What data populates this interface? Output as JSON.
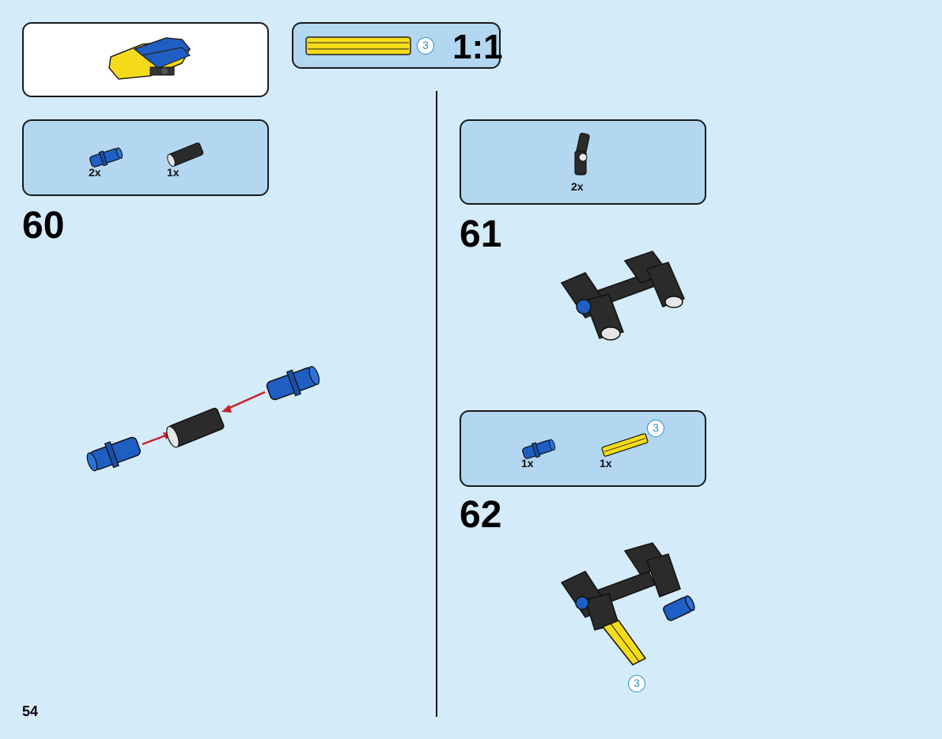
{
  "scale_indicator": {
    "length": "3",
    "ratio": "1:1"
  },
  "steps": [
    {
      "number": "60",
      "parts": [
        {
          "qty": "2x",
          "part": "blue-pin-icon"
        },
        {
          "qty": "1x",
          "part": "black-axle-connector-icon"
        }
      ]
    },
    {
      "number": "61",
      "parts": [
        {
          "qty": "2x",
          "part": "black-angle-connector-icon"
        }
      ]
    },
    {
      "number": "62",
      "parts": [
        {
          "qty": "1x",
          "part": "blue-pin-icon"
        },
        {
          "qty": "1x",
          "part": "yellow-axle-icon",
          "length": "3"
        }
      ],
      "callout_length": "3"
    }
  ],
  "page_number": "54",
  "colors": {
    "background": "#d4ebf9",
    "parts_box": "#b3d7f1",
    "arrow": "#c8202a",
    "blue": "#1f5fc4",
    "yellow": "#f5dc1a",
    "black": "#2b2b2b"
  }
}
